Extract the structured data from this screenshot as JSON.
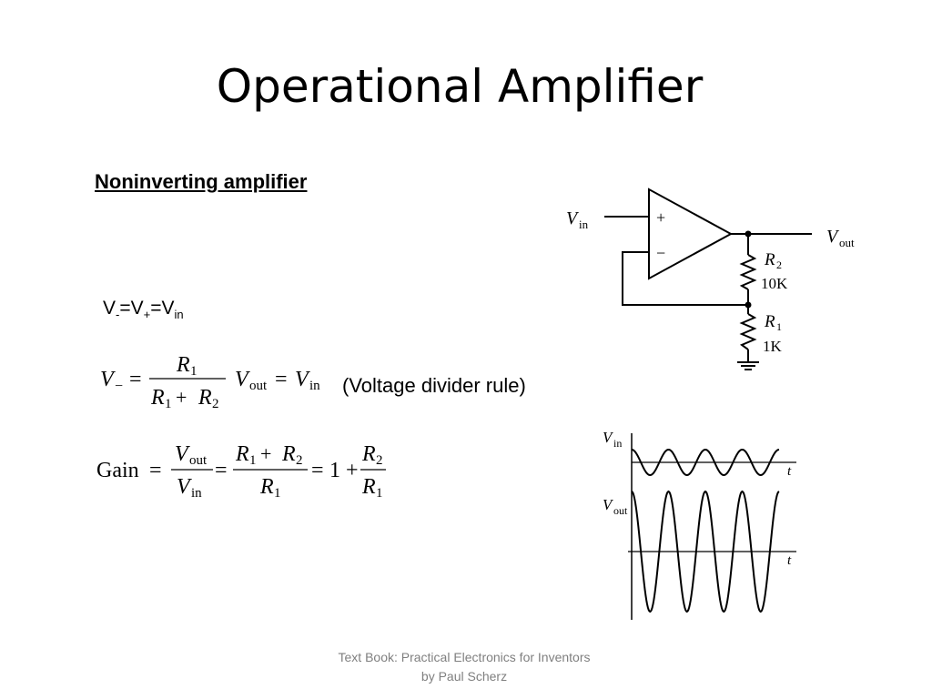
{
  "slide": {
    "title": "Operational Amplifier",
    "subtitle": "Noninverting amplifier",
    "footer": "Text Book: Practical Electronics for Inventors by Paul Scherz",
    "divider_note": "(Voltage divider rule)"
  },
  "voltage_relation": {
    "v1": "V",
    "v1_sub": "-",
    "eq1": "=V",
    "v2_sub": "+",
    "eq2": "=V",
    "v3_sub": "in"
  },
  "equation1": {
    "lhs": "V",
    "lhs_sub": "−",
    "equals": "=",
    "num": "R",
    "num_sub": "1",
    "den_r1": "R",
    "den_r1_sub": "1",
    "den_plus": "+",
    "den_r2": "R",
    "den_r2_sub": "2",
    "vout": "V",
    "vout_sub": "out",
    "equals2": "=",
    "vin": "V",
    "vin_sub": "in"
  },
  "equation2": {
    "gain": "Gain",
    "eq_a": "=",
    "f1_num": "V",
    "f1_num_sub": "out",
    "f1_den": "V",
    "f1_den_sub": "in",
    "eq_b": "=",
    "f2_num_r1": "R",
    "f2_num_r1_sub": "1",
    "f2_num_plus": "+",
    "f2_num_r2": "R",
    "f2_num_r2_sub": "2",
    "f2_den": "R",
    "f2_den_sub": "1",
    "eq_c": "=",
    "one_plus": "1 +",
    "f3_num": "R",
    "f3_num_sub": "2",
    "f3_den": "R",
    "f3_den_sub": "1"
  },
  "circuit": {
    "vin": "V",
    "vin_sub": "in",
    "plus": "+",
    "minus": "−",
    "vout": "V",
    "vout_sub": "out",
    "r2": "R",
    "r2_sub": "2",
    "r2_value": "10K",
    "r1": "R",
    "r1_sub": "1",
    "r1_value": "1K"
  },
  "waveforms": {
    "vin": "V",
    "vin_sub": "in",
    "vout": "V",
    "vout_sub": "out",
    "t1": "t",
    "t2": "t",
    "input_cycles": 4,
    "output_cycles": 4
  }
}
